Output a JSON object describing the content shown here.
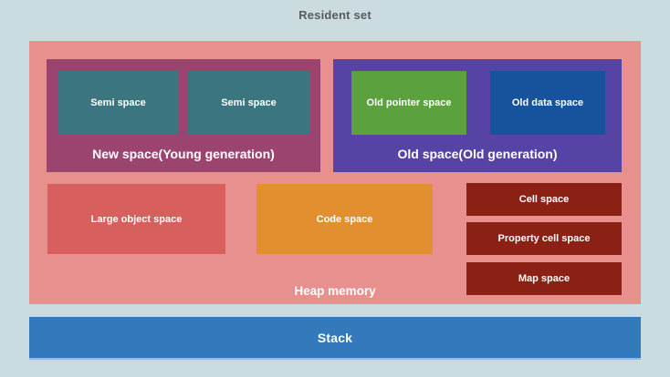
{
  "title": "Resident set",
  "heap": {
    "label": "Heap memory",
    "new_space": {
      "label": "New space(Young generation)",
      "children": [
        "Semi space",
        "Semi space"
      ]
    },
    "old_space": {
      "label": "Old space(Old generation)",
      "children": [
        "Old pointer space",
        "Old data space"
      ]
    },
    "large_object_space": {
      "label": "Large object space"
    },
    "code_space": {
      "label": "Code space"
    },
    "cell_spaces": [
      {
        "label": "Cell space"
      },
      {
        "label": "Property cell space"
      },
      {
        "label": "Map space"
      }
    ]
  },
  "stack": {
    "label": "Stack"
  },
  "colors": {
    "background": "#cbdce1",
    "heap": "#e8908e",
    "new_space": "#9c4470",
    "semi_space": "#3b7580",
    "old_space": "#5742a5",
    "old_pointer_space": "#5ba23e",
    "old_data_space": "#17529d",
    "large_object_space": "#d75f5d",
    "code_space": "#e2902f",
    "cell_spaces": "#8b2015",
    "stack": "#3579bd",
    "title_text": "#595a5c",
    "box_text": "#ffffff"
  }
}
